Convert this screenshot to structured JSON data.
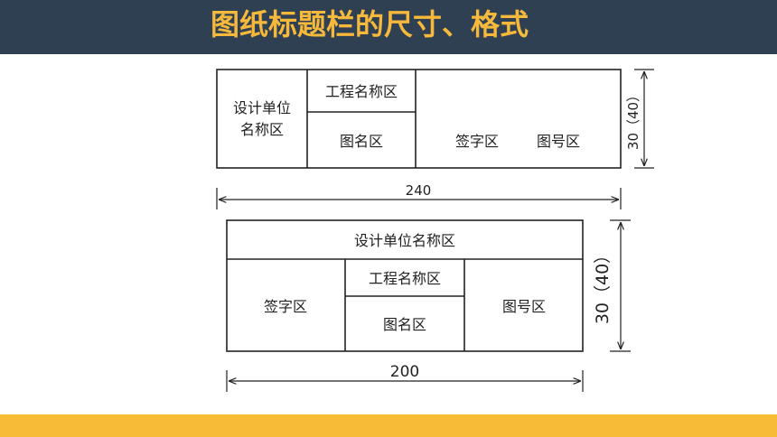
{
  "slide": {
    "title": "图纸标题栏的尺寸、格式",
    "colors": {
      "header": "#2f4052",
      "title": "#f6b93b",
      "footer": "#f6bc35",
      "line": "#222222"
    }
  },
  "block1": {
    "unit": [
      "设计单位",
      "名称区"
    ],
    "project": "工程名称区",
    "drawing": "图名区",
    "signature": "签字区",
    "number": "图号区",
    "width_label": "240",
    "height_label": "30（40）"
  },
  "block2": {
    "unit": "设计单位名称区",
    "signature": "签字区",
    "project": "工程名称区",
    "drawing": "图名区",
    "number": "图号区",
    "width_label": "200",
    "height_label": "30（40）"
  }
}
